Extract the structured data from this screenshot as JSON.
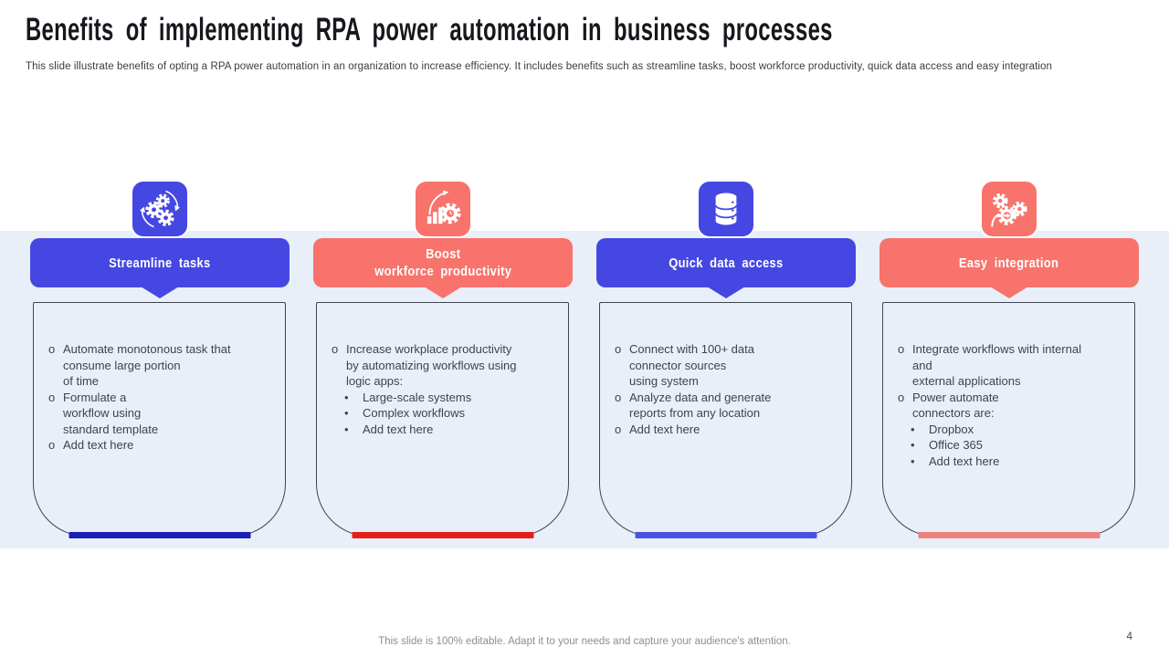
{
  "slide": {
    "title": "Benefits of implementing RPA power automation in business processes",
    "subtitle": "This slide illustrate benefits of opting a RPA power automation in an organization to increase efficiency. It includes benefits such as streamline tasks, boost workforce productivity, quick data access and easy integration",
    "footer": "This slide is 100% editable. Adapt it to your needs and capture your audience's attention.",
    "page_number": "4"
  },
  "markers": {
    "l1": "o",
    "l2": "•"
  },
  "colors": {
    "blue": "#4547E2",
    "salmon": "#F7736C",
    "band": "#E9EFF9",
    "bar1": "#1C1EB8",
    "bar2": "#E32119",
    "bar3": "#4A52E2",
    "bar4": "#EC837D"
  },
  "columns": [
    {
      "icon": "sync-gears-icon",
      "accent": "blue",
      "bar": "bar1",
      "title": "Streamline tasks",
      "bullets": [
        {
          "text": "Automate monotonous task that\nconsume large portion\nof time"
        },
        {
          "text": "Formulate a\nworkflow using\nstandard template"
        },
        {
          "text": "Add text here"
        }
      ]
    },
    {
      "icon": "productivity-chart-gear-icon",
      "accent": "salmon",
      "bar": "bar2",
      "title": "Boost\nworkforce productivity",
      "bullets": [
        {
          "text": "Increase workplace productivity\nby automatizing workflows using\nlogic apps:",
          "sub": [
            "Large-scale systems",
            "Complex workflows",
            "Add text here"
          ]
        }
      ]
    },
    {
      "icon": "database-icon",
      "accent": "blue",
      "bar": "bar3",
      "title": "Quick data access",
      "bullets": [
        {
          "text": "Connect with 100+ data\nconnector sources\nusing system"
        },
        {
          "text": "Analyze data and generate\nreports from any location"
        },
        {
          "text": "Add text here"
        }
      ]
    },
    {
      "icon": "integration-gears-icon",
      "accent": "salmon",
      "bar": "bar4",
      "title": "Easy integration",
      "bullets": [
        {
          "text": "Integrate workflows with internal\nand\nexternal applications"
        },
        {
          "text": "Power automate\nconnectors are:",
          "sub": [
            "Dropbox",
            "Office 365",
            "Add text here"
          ]
        }
      ]
    }
  ]
}
